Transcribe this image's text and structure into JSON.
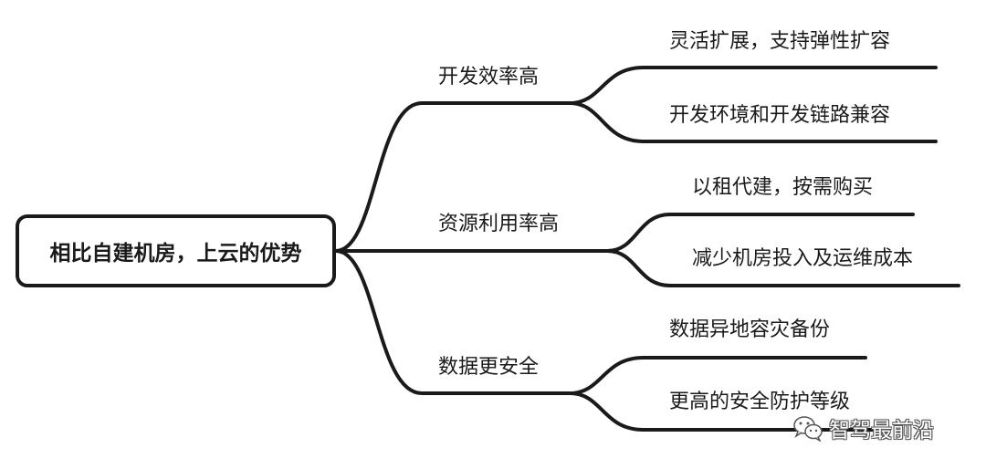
{
  "mindmap": {
    "root": "相比自建机房，上云的优势",
    "branches": [
      {
        "label": "开发效率高",
        "children": [
          "灵活扩展，支持弹性扩容",
          "开发环境和开发链路兼容"
        ]
      },
      {
        "label": "资源利用率高",
        "children": [
          "以租代建，按需购买",
          "减少机房投入及运维成本"
        ]
      },
      {
        "label": "数据更安全",
        "children": [
          "数据异地容灾备份",
          "更高的安全防护等级"
        ]
      }
    ]
  },
  "watermark": {
    "text": "智驾最前沿",
    "icon": "wechat-icon"
  },
  "colors": {
    "line": "#1a1a1a",
    "background": "#ffffff"
  }
}
